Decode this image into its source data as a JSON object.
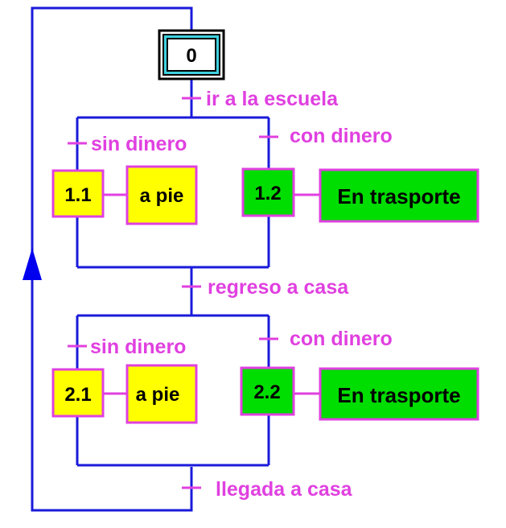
{
  "colors": {
    "flow_line": "#1a1adb",
    "transition_mark": "#e040e0",
    "label_text": "#e040e0",
    "step_yellow": "#ffff00",
    "step_green": "#00dd00",
    "step_border": "#e040e0",
    "initial_outer": "#000000",
    "initial_inner": "#40d0e0",
    "arrow": "#0000ee"
  },
  "initial_step": {
    "label": "0"
  },
  "transitions": {
    "t_start": "ir a la escuela",
    "t_return": "regreso a casa",
    "t_end": "llegada a casa"
  },
  "branch1": {
    "left_condition": "sin dinero",
    "right_condition": "con dinero",
    "left_step": "1.1",
    "left_action": "a pie",
    "right_step": "1.2",
    "right_action": "En trasporte"
  },
  "branch2": {
    "left_condition": "sin dinero",
    "right_condition": "con dinero",
    "left_step": "2.1",
    "left_action": "a pie",
    "right_step": "2.2",
    "right_action": "En trasporte"
  }
}
